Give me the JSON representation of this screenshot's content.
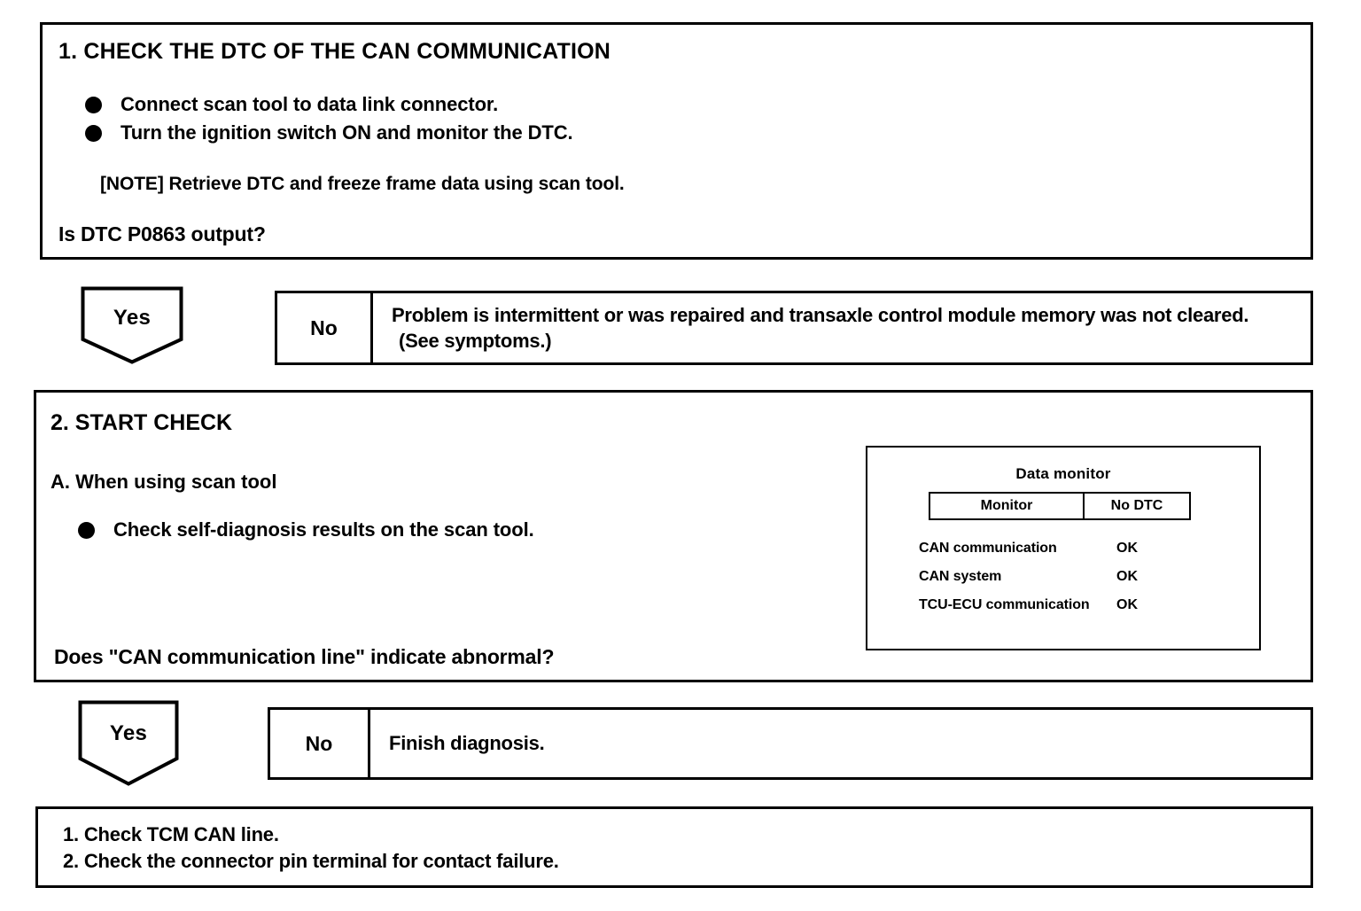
{
  "step1": {
    "title": "1. CHECK THE DTC OF THE CAN COMMUNICATION",
    "bullets": [
      "Connect scan tool to data link connector.",
      "Turn the ignition switch ON and monitor the DTC."
    ],
    "note": "[NOTE]  Retrieve DTC and freeze frame data using scan tool.",
    "question": "Is DTC P0863 output?"
  },
  "branch1": {
    "yes_label": "Yes",
    "no_label": "No",
    "no_lines": [
      "Problem is intermittent or was repaired and transaxle control module memory was not cleared.",
      "(See symptoms.)"
    ]
  },
  "step2": {
    "title": "2.  START CHECK",
    "subhead": "A.  When using scan tool",
    "bullets": [
      "Check self-diagnosis results on the scan tool."
    ],
    "question": "Does \"CAN communication line\" indicate abnormal?",
    "monitor": {
      "title": "Data monitor",
      "headers": [
        "Monitor",
        "No DTC"
      ],
      "rows": [
        {
          "name": "CAN communication",
          "value": "OK"
        },
        {
          "name": "CAN system",
          "value": "OK"
        },
        {
          "name": "TCU-ECU communication",
          "value": "OK"
        }
      ]
    }
  },
  "branch2": {
    "yes_label": "Yes",
    "no_label": "No",
    "no_lines": [
      "Finish diagnosis."
    ]
  },
  "action": {
    "lines": [
      "1. Check TCM CAN line.",
      "2. Check the connector pin terminal for contact failure."
    ]
  }
}
